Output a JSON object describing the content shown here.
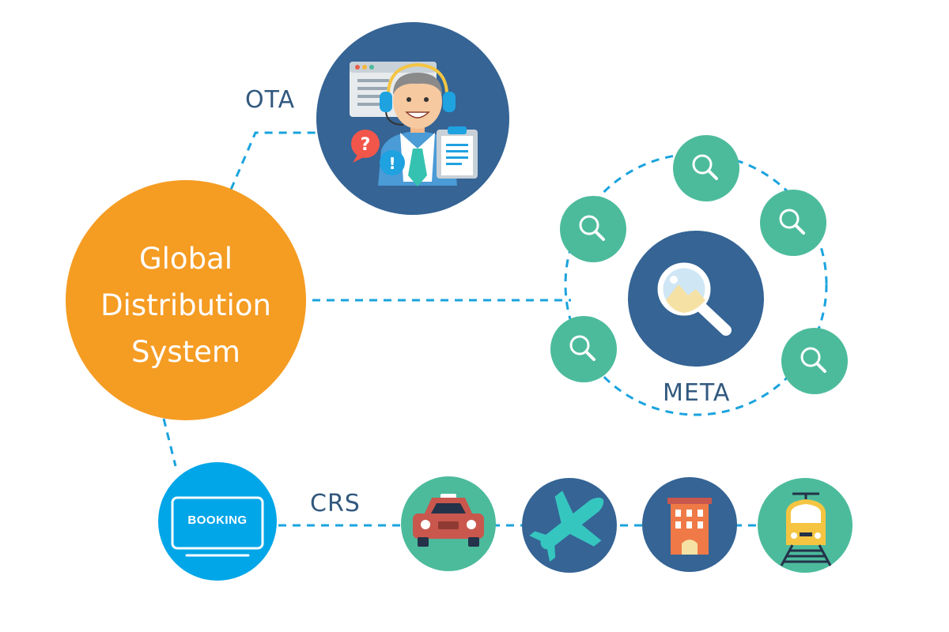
{
  "gds": {
    "lines": [
      "Global",
      "Distribution",
      "System"
    ]
  },
  "labels": {
    "ota": "OTA",
    "meta": "META",
    "crs": "CRS"
  },
  "booking": {
    "label": "BOOKING"
  },
  "crs_items": [
    "car-icon",
    "plane-icon",
    "hotel-icon",
    "train-icon"
  ],
  "meta_items": [
    "search-icon",
    "search-icon",
    "search-icon",
    "search-icon",
    "search-icon"
  ],
  "colors": {
    "orange": "#f59c23",
    "navy": "#356495",
    "teal": "#4cbb9c",
    "blue": "#00a6e8",
    "dash": "#1aa3de",
    "label": "#32597f"
  }
}
